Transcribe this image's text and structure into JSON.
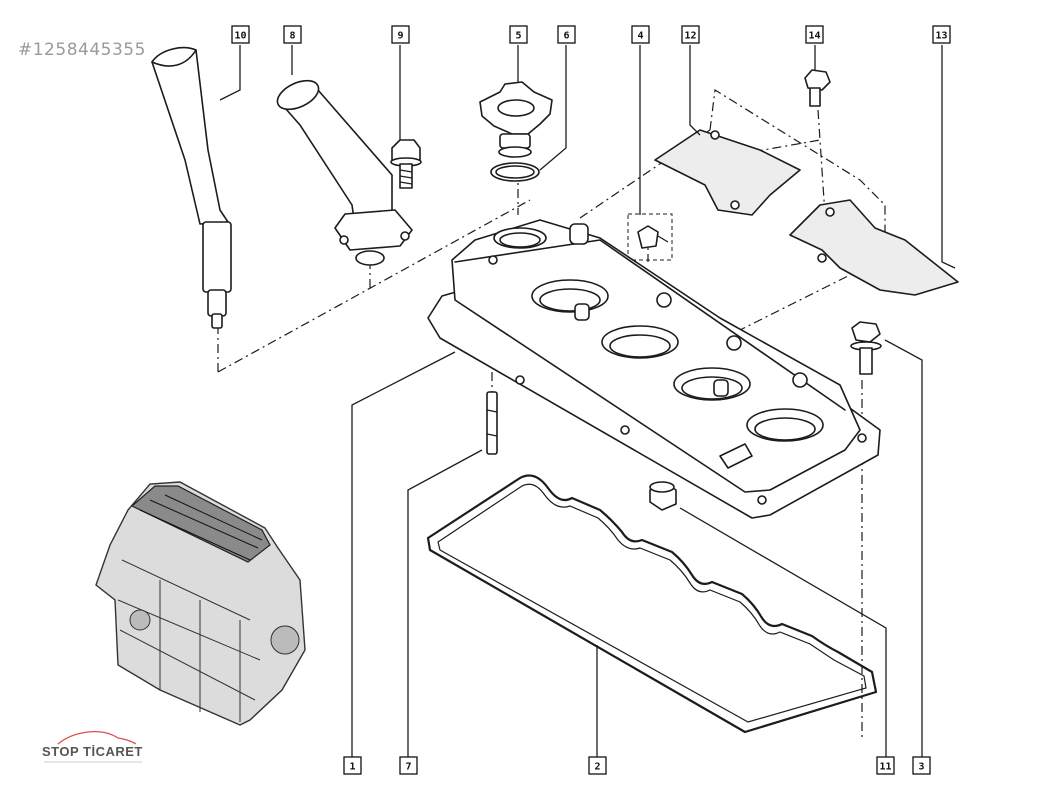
{
  "reference_id": "#1258445355",
  "watermark": {
    "brand": "STOP TİCARET",
    "accent_color": "#d9534f"
  },
  "callouts": [
    {
      "id": "c10",
      "label": "10",
      "part": "dipstick-guide-tube"
    },
    {
      "id": "c8",
      "label": "8",
      "part": "oil-filler-neck"
    },
    {
      "id": "c9",
      "label": "9",
      "part": "flange-bolt"
    },
    {
      "id": "c5",
      "label": "5",
      "part": "oil-filler-cap"
    },
    {
      "id": "c6",
      "label": "6",
      "part": "cap-o-ring"
    },
    {
      "id": "c4",
      "label": "4",
      "part": "breather-valve"
    },
    {
      "id": "c12",
      "label": "12",
      "part": "heat-shield-front"
    },
    {
      "id": "c14",
      "label": "14",
      "part": "shield-bolt"
    },
    {
      "id": "c13",
      "label": "13",
      "part": "heat-shield-rear"
    },
    {
      "id": "c1",
      "label": "1",
      "part": "valve-cover"
    },
    {
      "id": "c7",
      "label": "7",
      "part": "stud"
    },
    {
      "id": "c2",
      "label": "2",
      "part": "valve-cover-gasket"
    },
    {
      "id": "c11",
      "label": "11",
      "part": "plug"
    },
    {
      "id": "c3",
      "label": "3",
      "part": "cover-bolt"
    }
  ]
}
